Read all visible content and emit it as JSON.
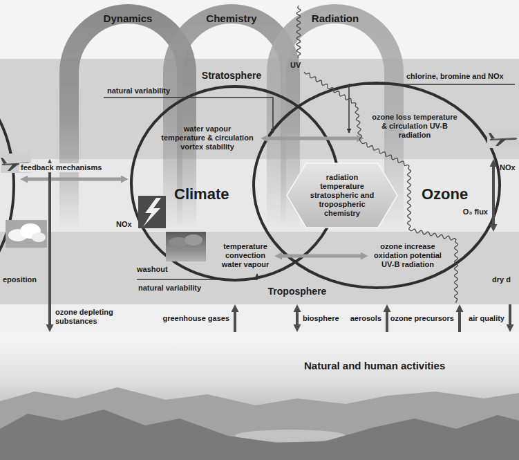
{
  "diagram": {
    "nodes": [
      {
        "text": [
          "Stratosphere"
        ]
      },
      {
        "text": [
          "Troposphere"
        ]
      },
      {
        "text": [
          "Natural and human activities"
        ]
      },
      {
        "text": [
          "Dynamics"
        ]
      },
      {
        "text": [
          "Chemistry"
        ]
      },
      {
        "text": [
          "Radiation"
        ]
      },
      {
        "text": [
          "Climate"
        ]
      },
      {
        "text": [
          "Ozone"
        ]
      },
      {
        "text": [
          "radiation temperature stratospheric and tropospheric chemistry"
        ]
      }
    ],
    "edges": [
      {
        "from": 0,
        "to": 1,
        "arrow": "both",
        "label": "O₃ flux"
      },
      {
        "from": 0,
        "to": 2,
        "arrow": "both",
        "label": "ozone depleting substances"
      },
      {
        "from": 2,
        "to": 1,
        "arrow": "to",
        "label": "greenhouse gases"
      },
      {
        "from": 1,
        "to": 2,
        "arrow": "both",
        "label": "biosphere"
      },
      {
        "from": 2,
        "to": 1,
        "arrow": "to",
        "label": "aerosols"
      },
      {
        "from": 2,
        "to": 1,
        "arrow": "to",
        "label": "ozone precursors"
      },
      {
        "from": 1,
        "to": 2,
        "arrow": "to",
        "label": "air quality"
      }
    ],
    "labels": [
      "natural variability",
      "chlorine, bromine and NOx",
      "UV",
      "water vapour temperature & circulation vortex stability",
      "ozone loss temperature & circulation UV-B radiation",
      "feedback mechanisms",
      "NOx",
      "NOx",
      "washout",
      "temperature convection water vapour",
      "ozone increase oxidation potential UV-B radiation",
      "natural variability",
      "eposition",
      "dry d"
    ]
  }
}
